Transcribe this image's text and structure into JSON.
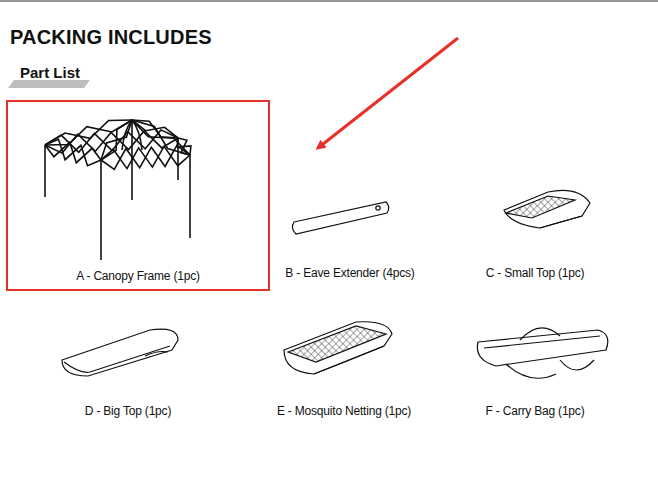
{
  "diagram": {
    "title": "PACKING INCLUDES",
    "nodes": [
      {
        "text": [
          "A - Canopy Frame (1pc)"
        ]
      }
    ],
    "labels": [
      "Part List",
      "B - Eave Extender (4pcs)",
      "C - Small Top (1pc)",
      "D - Big Top (1pc)",
      "E - Mosquito Netting (1pc)",
      "F - Carry Bag (1pc)"
    ]
  }
}
